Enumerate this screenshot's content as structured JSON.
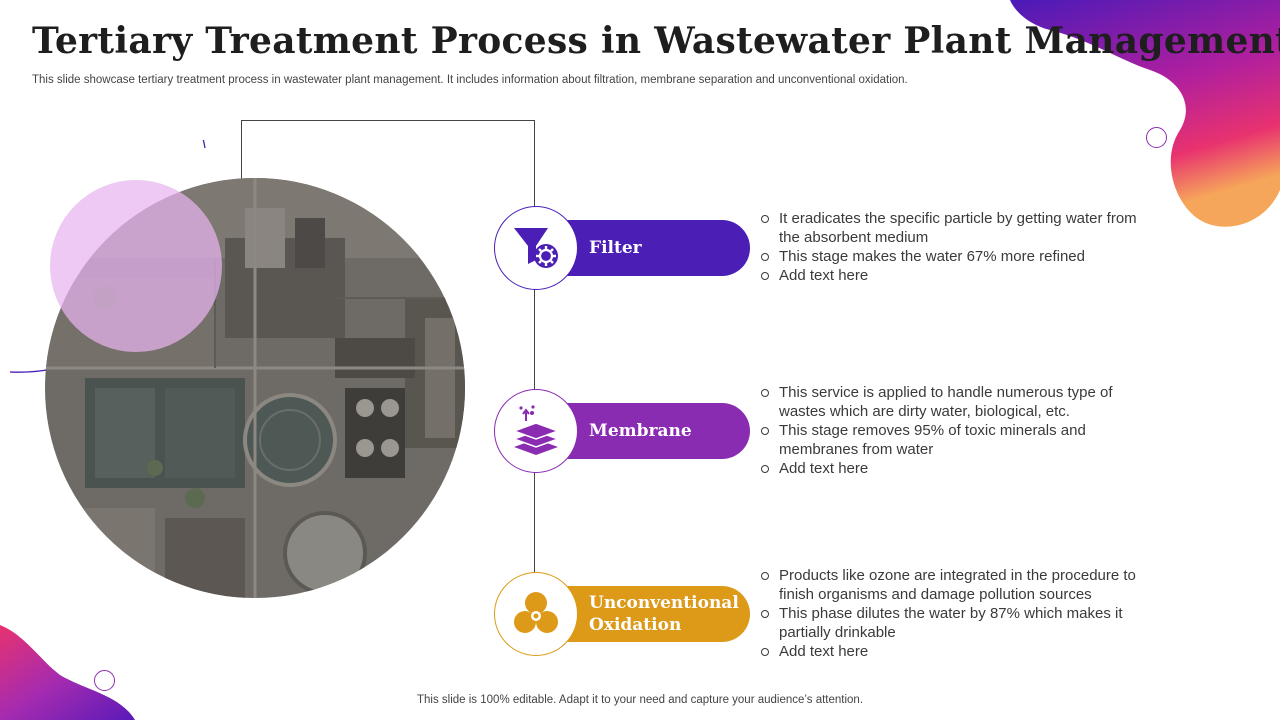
{
  "slide": {
    "title": "Tertiary Treatment Process in Wastewater Plant Management",
    "subtitle": "This slide showcase tertiary treatment process in wastewater plant management. It includes information about filtration, membrane separation and unconventional oxidation.",
    "footer": "This slide is 100% editable. Adapt it to your need and capture your audience’s attention."
  },
  "colors": {
    "filter": "#4b1fb5",
    "membrane": "#8a2cb2",
    "oxidation": "#dc9a18"
  },
  "stages": [
    {
      "label": "Filter",
      "icon": "funnel-gear-icon",
      "bullets": [
        "It eradicates the specific particle by getting water from the absorbent medium",
        "This stage makes the water 67% more refined",
        "Add text here"
      ]
    },
    {
      "label": "Membrane",
      "icon": "membrane-layers-icon",
      "bullets": [
        "This service is applied to handle numerous type of wastes which are dirty water, biological, etc.",
        "This stage removes 95% of toxic minerals and membranes from water",
        "Add text here"
      ]
    },
    {
      "label_line1": "Unconventional",
      "label_line2": "Oxidation",
      "icon": "biohazard-icon",
      "bullets": [
        "Products like ozone are integrated in the procedure to finish organisms and damage pollution sources",
        "This phase dilutes the water by 87% which makes it partially drinkable",
        "Add text here"
      ]
    }
  ]
}
